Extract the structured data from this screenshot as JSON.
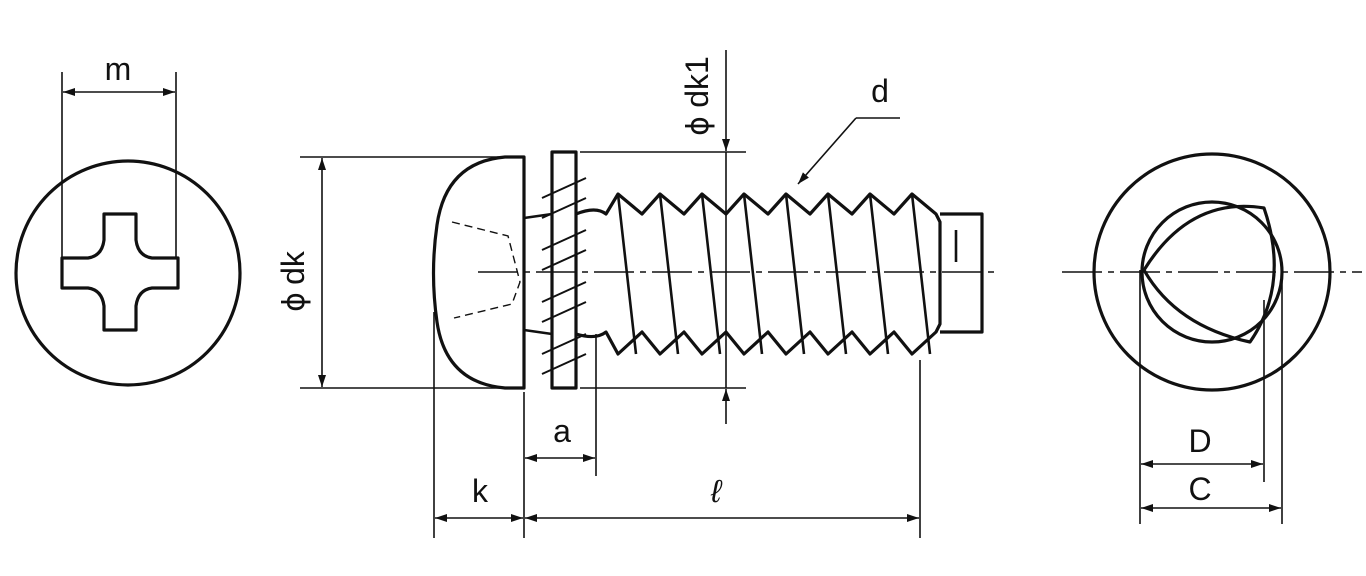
{
  "labels": {
    "m": "m",
    "dk": "dk",
    "dk1": "dk1",
    "phi": "ϕ",
    "d": "d",
    "a": "a",
    "k": "k",
    "l": "ℓ",
    "D": "D",
    "C": "C"
  }
}
